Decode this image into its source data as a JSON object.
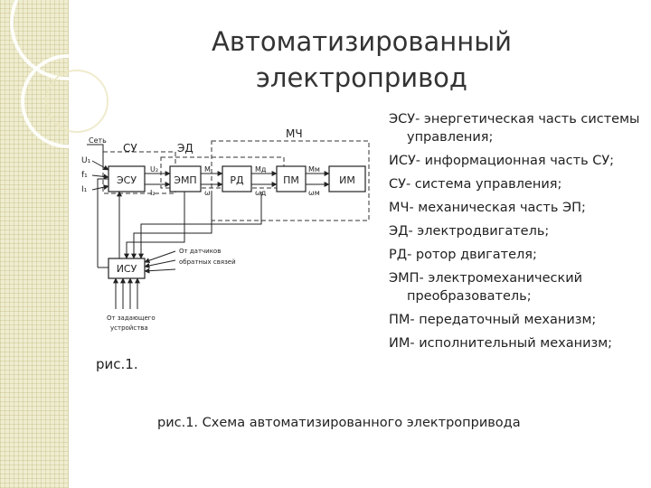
{
  "slide": {
    "title_lines": [
      "Автоматизированный",
      "электропривод"
    ],
    "fig_label": "рис.1.",
    "caption": "рис.1. Схема автоматизированного электропривода"
  },
  "legend": [
    "ЭСУ- энергетическая часть системы управления;",
    "ИСУ- информационная часть СУ;",
    "СУ- система управления;",
    "МЧ- механическая часть ЭП;",
    "ЭД- электродвигатель;",
    "РД- ротор двигателя;",
    "ЭМП- электромеханический преобразователь;",
    "ПМ- передаточный механизм;",
    "ИМ- исполнительный механизм;"
  ],
  "diagram": {
    "blocks": {
      "esu": "ЭСУ",
      "emp": "ЭМП",
      "rd": "РД",
      "pm": "ПМ",
      "im": "ИМ",
      "isu": "ИСУ"
    },
    "groups": {
      "su": "СУ",
      "ed": "ЭД",
      "mch": "МЧ"
    },
    "inputs": [
      "Сеть",
      "U₁",
      "f₁",
      "I₁"
    ],
    "signals": {
      "u2": "U₂",
      "i2": "I₂",
      "m": "M",
      "w": "ω",
      "md": "Mд",
      "wd": "ωд",
      "mm": "Mм",
      "wm": "ωм"
    },
    "sensors_label": [
      "От датчиков",
      "обратных связей"
    ],
    "setpoint_label": [
      "От задающего",
      "устройства"
    ]
  }
}
